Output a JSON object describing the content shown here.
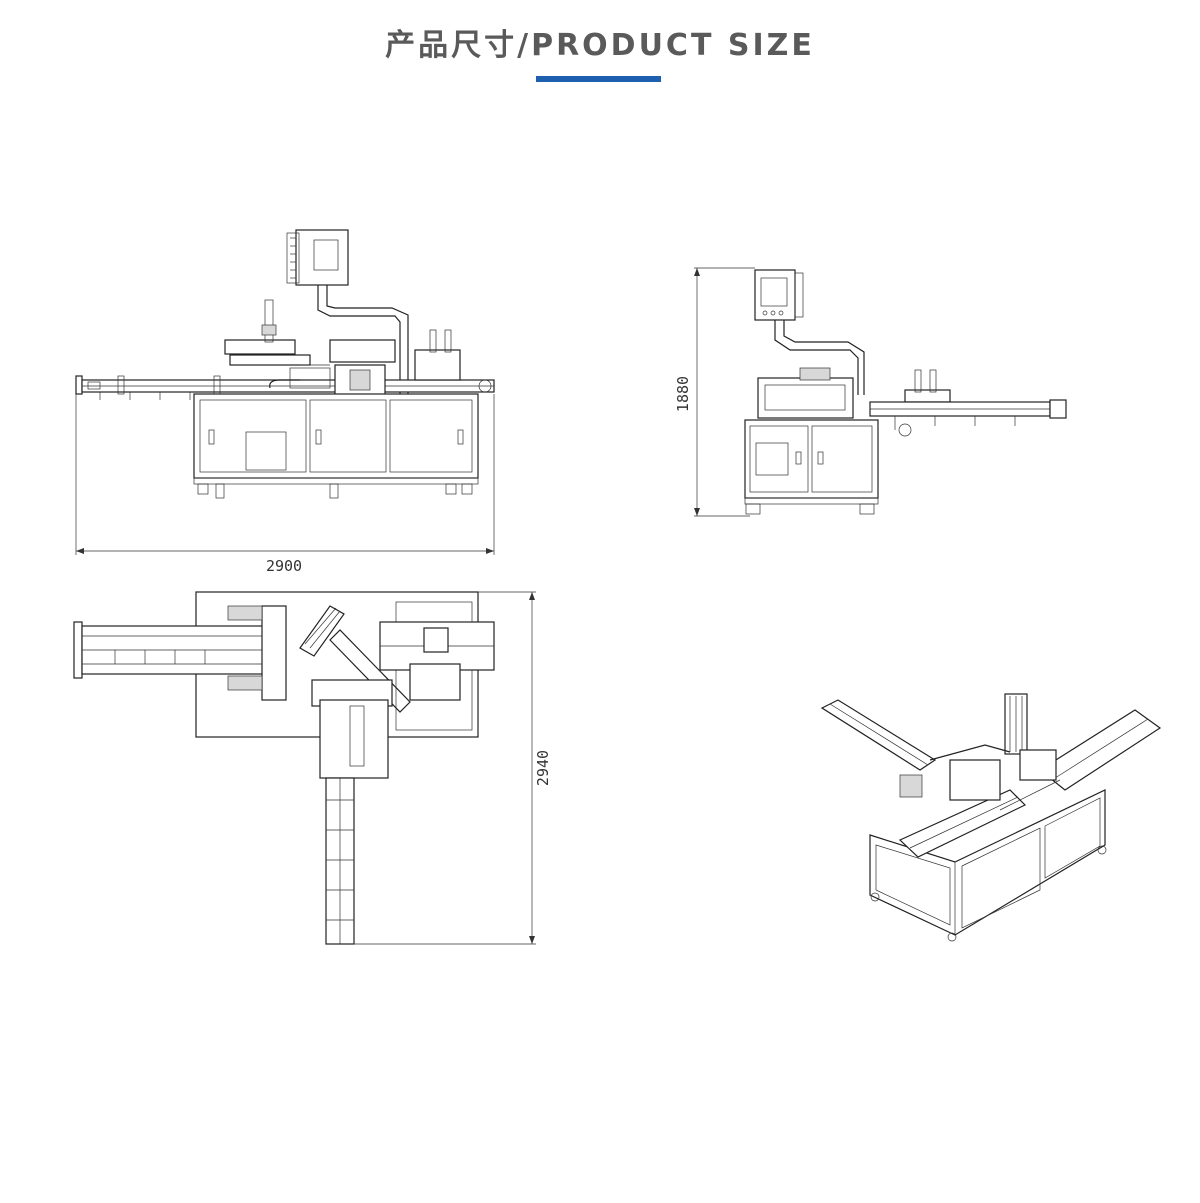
{
  "header": {
    "title": "产品尺寸/PRODUCT SIZE",
    "accent_color": "#1f5fb0"
  },
  "views": {
    "front": {
      "dimension_label": "2900"
    },
    "side": {
      "dimension_label": "1880"
    },
    "top": {
      "dimension_label": "2940"
    },
    "iso": {}
  }
}
